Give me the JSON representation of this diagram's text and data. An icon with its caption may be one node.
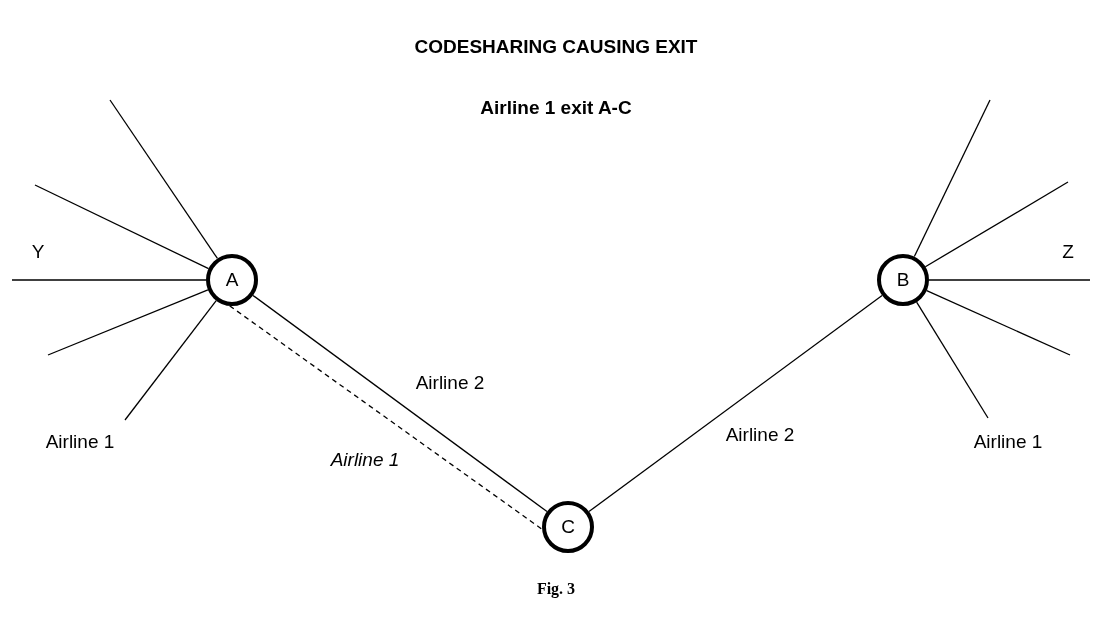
{
  "diagram": {
    "title": "CODESHARING CAUSING EXIT",
    "caption": "Fig. 3",
    "nodes": [
      {
        "text": [
          "A"
        ]
      },
      {
        "text": [
          "B"
        ]
      },
      {
        "text": [
          "C"
        ]
      }
    ],
    "edges": [
      {
        "from": 0,
        "to": 2,
        "arrow": "none",
        "label": "Airline 2"
      },
      {
        "from": 0,
        "to": 2,
        "arrow": "none",
        "label": "Airline 1",
        "style": "dashed"
      },
      {
        "from": 2,
        "to": 1,
        "arrow": "none",
        "label": "Airline 2"
      },
      {
        "from": 0,
        "to": null,
        "arrow": "none"
      },
      {
        "from": 0,
        "to": null,
        "arrow": "none"
      },
      {
        "from": 0,
        "to": null,
        "arrow": "none"
      },
      {
        "from": 0,
        "to": null,
        "arrow": "none"
      },
      {
        "from": 0,
        "to": null,
        "arrow": "none"
      },
      {
        "from": 1,
        "to": null,
        "arrow": "none"
      },
      {
        "from": 1,
        "to": null,
        "arrow": "none"
      },
      {
        "from": 1,
        "to": null,
        "arrow": "none"
      },
      {
        "from": 1,
        "to": null,
        "arrow": "none"
      },
      {
        "from": 1,
        "to": null,
        "arrow": "none"
      }
    ],
    "labels": [
      "Airline 1 exit A-C",
      "Y",
      "Z",
      "Airline 1",
      "Airline 1"
    ]
  }
}
